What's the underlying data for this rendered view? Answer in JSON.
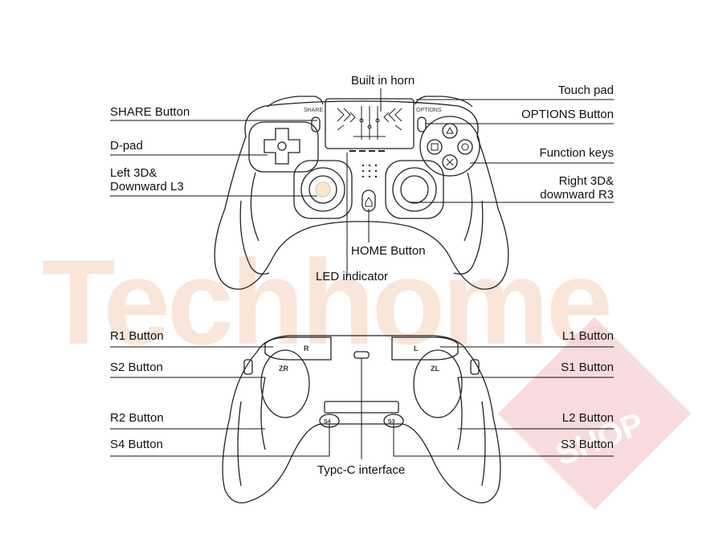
{
  "watermark": {
    "brand": "Techhome",
    "shop": "SHOP",
    "color": "#f7dcc8",
    "badge_color": "#f3c6c6"
  },
  "front": {
    "controller_text": {
      "share": "SHARE",
      "options": "OPTIONS"
    },
    "labels": {
      "built_in_horn": "Built in horn",
      "touch_pad": "Touch pad",
      "share_button": "SHARE Button",
      "options_button": "OPTIONS Button",
      "d_pad": "D-pad",
      "function_keys": "Function keys",
      "left_3d_line1": "Left 3D&",
      "left_3d_line2": "Downward L3",
      "right_3d_line1": "Right 3D&",
      "right_3d_line2": "downward R3",
      "home_button": "HOME Button",
      "led_indicator": "LED indicator"
    }
  },
  "back": {
    "controller_text": {
      "r": "R",
      "l": "L",
      "zr": "ZR",
      "zl": "ZL",
      "s4": "S4",
      "s3": "S3"
    },
    "labels": {
      "r1_button": "R1 Button",
      "l1_button": "L1 Button",
      "s2_button": "S2 Button",
      "s1_button": "S1 Button",
      "r2_button": "R2 Button",
      "l2_button": "L2 Button",
      "s4_button": "S4 Button",
      "s3_button": "S3 Button",
      "typec_interface": "Typc-C interface"
    }
  }
}
